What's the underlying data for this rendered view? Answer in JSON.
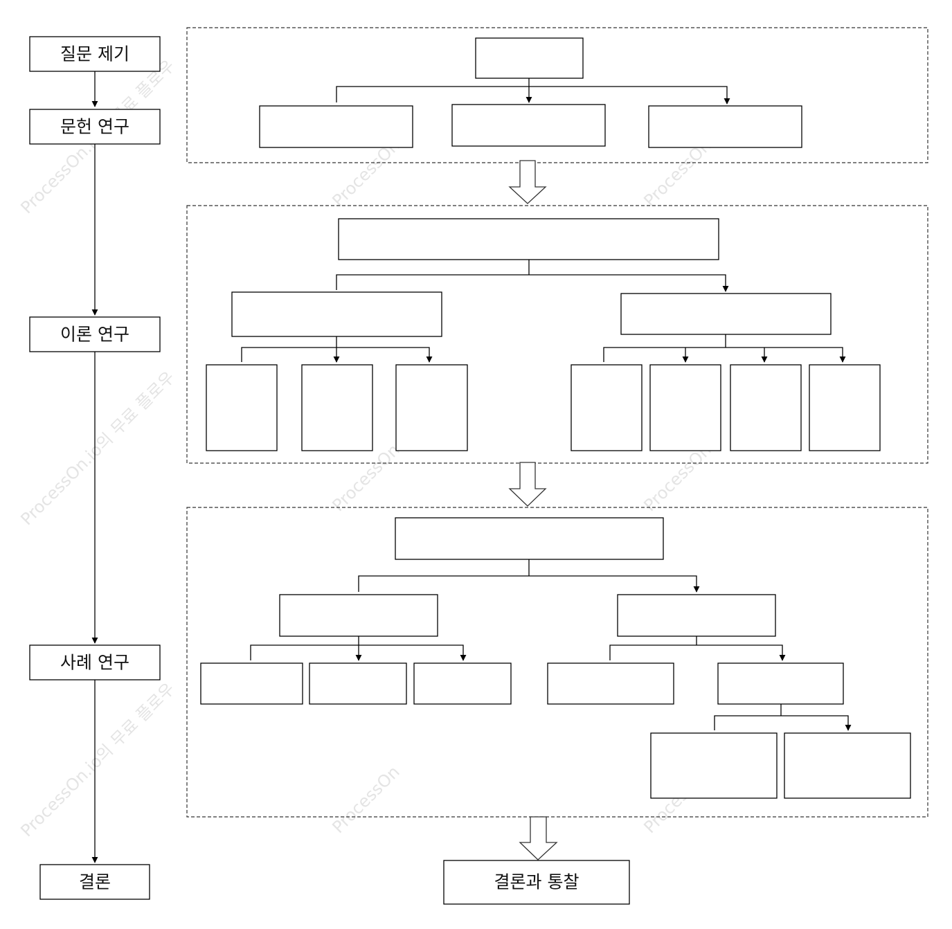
{
  "watermark": {
    "brand": "ProcessOn",
    "phrase": "ProcessOn.io의 무료 플로우"
  },
  "process_steps": [
    {
      "id": "step-question",
      "label": "질문 제기"
    },
    {
      "id": "step-literature",
      "label": "문헌 연구"
    },
    {
      "id": "step-theory",
      "label": "이론 연구"
    },
    {
      "id": "step-case",
      "label": "사례 연구"
    },
    {
      "id": "step-conclusion",
      "label": "결론"
    }
  ],
  "final_box": {
    "label": "결론과 통찰"
  },
  "sections": {
    "literature": {
      "root": "",
      "children": [
        "",
        "",
        ""
      ]
    },
    "theory": {
      "root": "",
      "branches": [
        {
          "label": "",
          "children": [
            "",
            "",
            ""
          ]
        },
        {
          "label": "",
          "children": [
            "",
            "",
            "",
            ""
          ]
        }
      ]
    },
    "case": {
      "root": "",
      "branches": [
        {
          "label": "",
          "children": [
            "",
            "",
            ""
          ]
        },
        {
          "label": "",
          "children": [
            "",
            {
              "label": "",
              "children": [
                "",
                ""
              ]
            }
          ]
        }
      ]
    }
  }
}
